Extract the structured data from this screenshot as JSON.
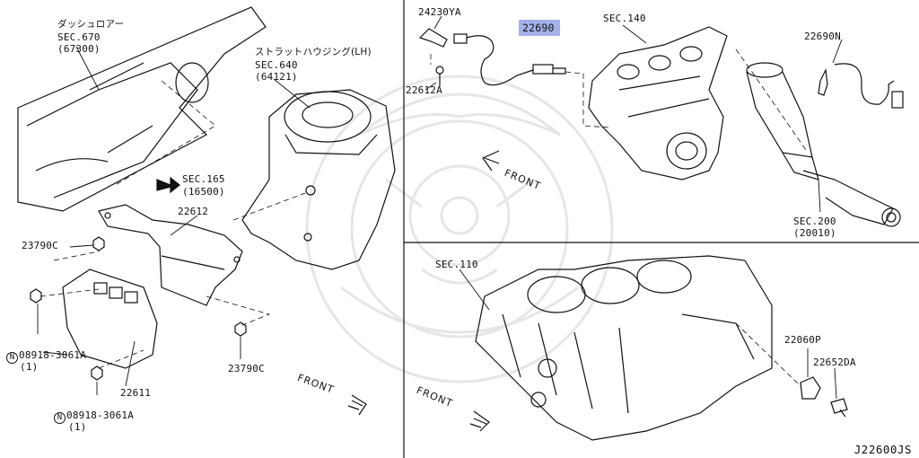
{
  "labels": {
    "dash_floor_jp": "ダッシュロアー",
    "sec_670": "SEC.670",
    "sec_670_ref": "(67300)",
    "strut_housing_jp": "ストラットハウジング(LH)",
    "sec_640": "SEC.640",
    "sec_640_ref": "(64121)",
    "sec_165": "SEC.165",
    "sec_165_ref": "(16500)",
    "p22612": "22612",
    "p23790c_left": "23790C",
    "p23790c_right": "23790C",
    "p08918_a": "08918-3061A",
    "p08918_a_qty": "(1)",
    "p08918_b": "08918-3061A",
    "p08918_b_qty": "(1)",
    "p22611": "22611",
    "n_symbol": "N",
    "front_left": "FRONT",
    "p24230ya": "24230YA",
    "p22612a": "22612A",
    "p22690": "22690",
    "sec_140": "SEC.140",
    "p22690n": "22690N",
    "front_top": "FRONT",
    "sec_200": "SEC.200",
    "sec_200_ref": "(20010)",
    "sec_110": "SEC.110",
    "p22060p": "22060P",
    "p22652da": "22652DA",
    "front_bottom": "FRONT",
    "diagram_ref": "J22600JS"
  },
  "colors": {
    "highlight": "#a4b1e8",
    "line": "#111111",
    "watermark": "#e6e6e6"
  }
}
